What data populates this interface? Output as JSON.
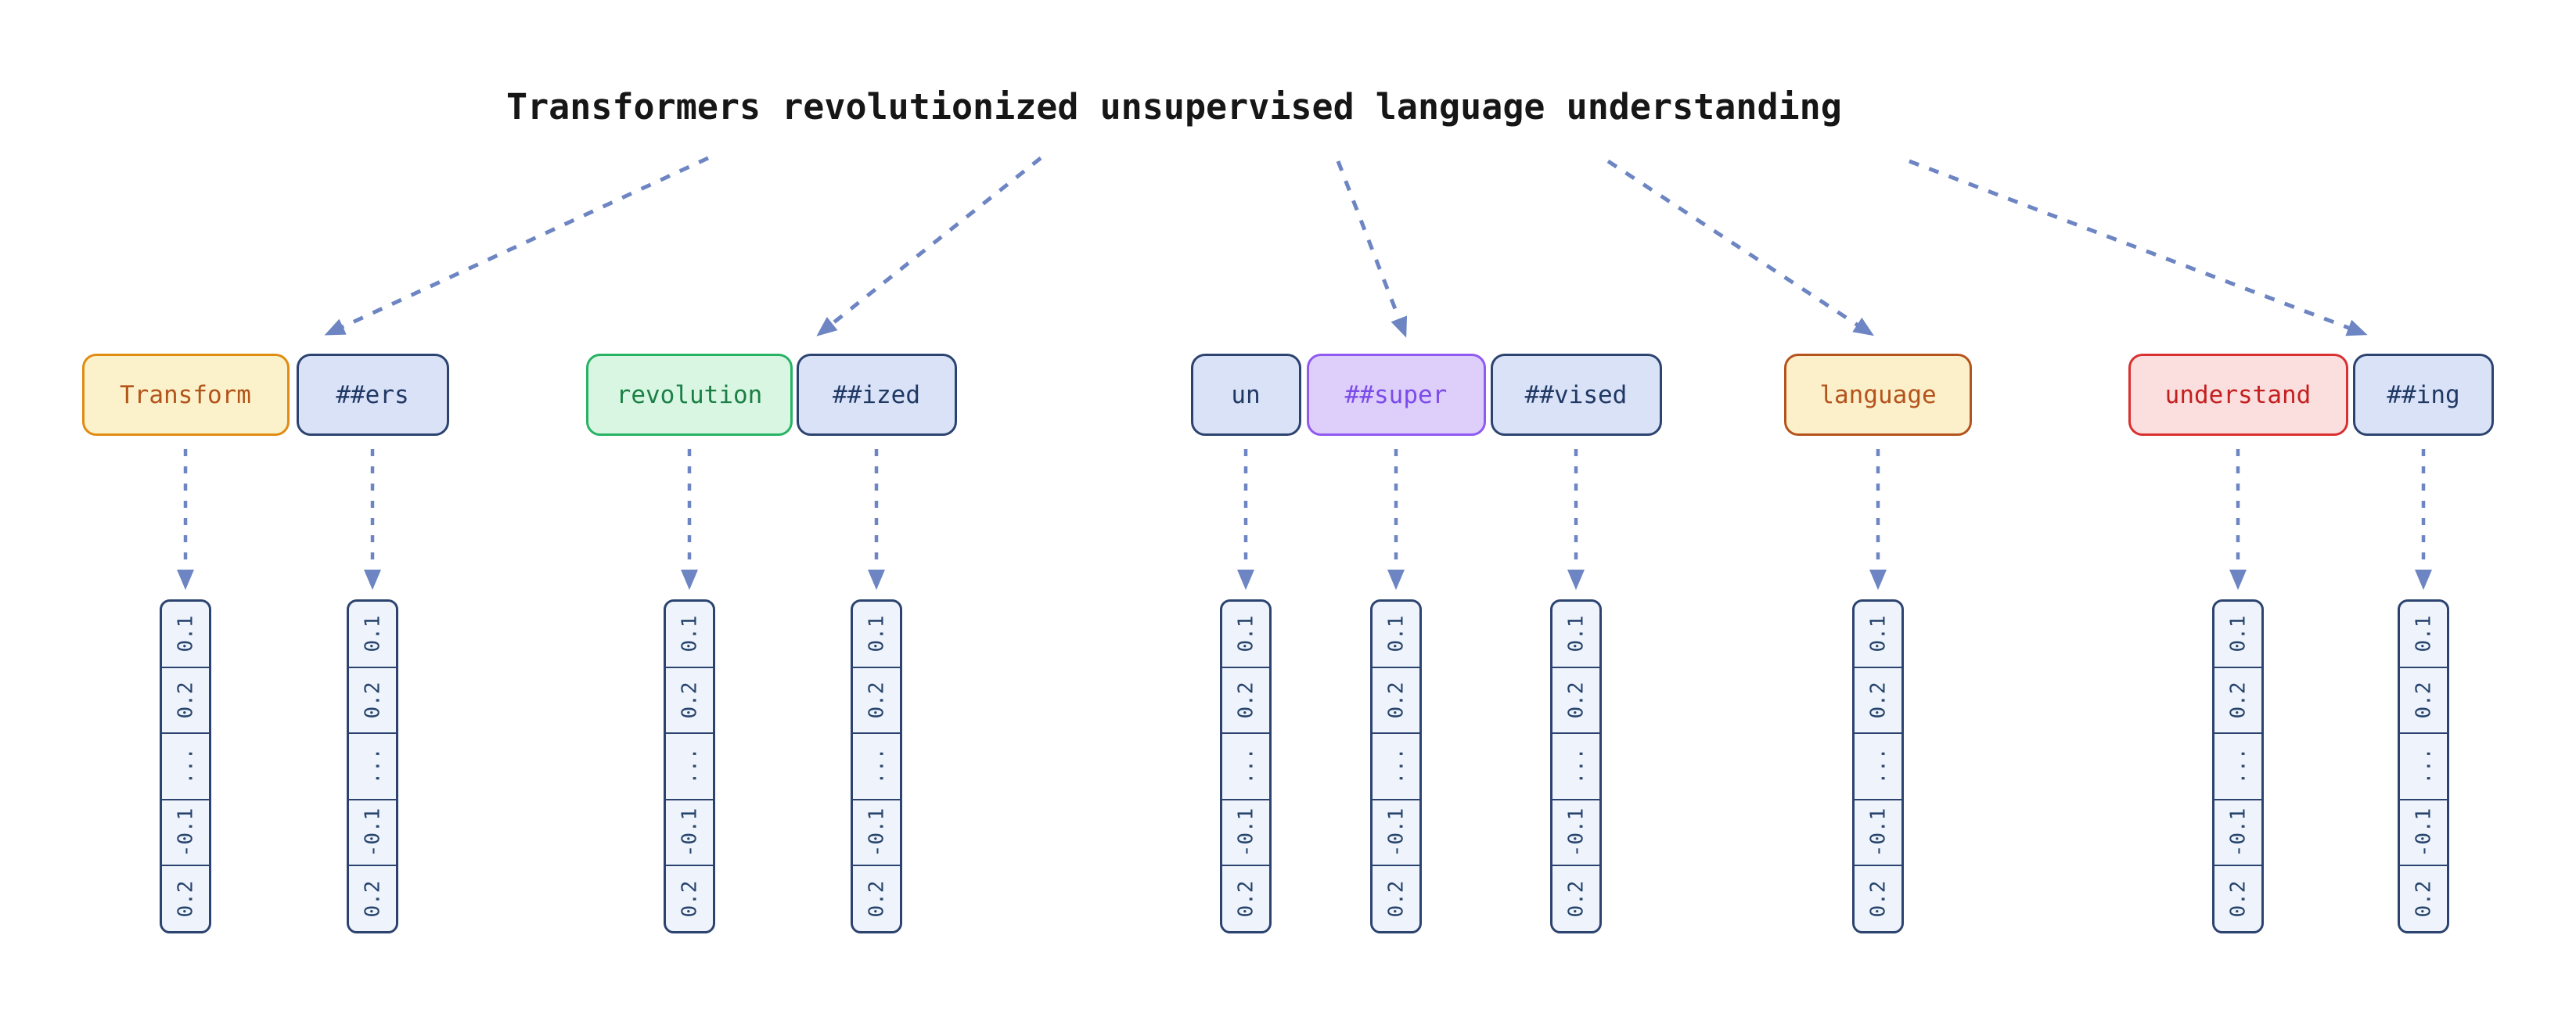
{
  "sentence": "Transformers revolutionized unsupervised language understanding",
  "tokens": [
    {
      "label": "Transform",
      "scheme": "orange"
    },
    {
      "label": "##ers",
      "scheme": "blue"
    },
    {
      "label": "revolution",
      "scheme": "green"
    },
    {
      "label": "##ized",
      "scheme": "blue"
    },
    {
      "label": "un",
      "scheme": "blue"
    },
    {
      "label": "##super",
      "scheme": "purple"
    },
    {
      "label": "##vised",
      "scheme": "blue"
    },
    {
      "label": "language",
      "scheme": "amber"
    },
    {
      "label": "understand",
      "scheme": "red"
    },
    {
      "label": "##ing",
      "scheme": "blue"
    }
  ],
  "embedding_values": [
    "0.1",
    "0.2",
    "...",
    "-0.1",
    "0.2"
  ],
  "colors": {
    "arrow": "#6D85C3",
    "navy_border": "#2C4370",
    "navy_text": "#1F3864",
    "vector_fill": "#EFF4FC",
    "vector_text": "#27446C",
    "title_text": "#161616"
  }
}
